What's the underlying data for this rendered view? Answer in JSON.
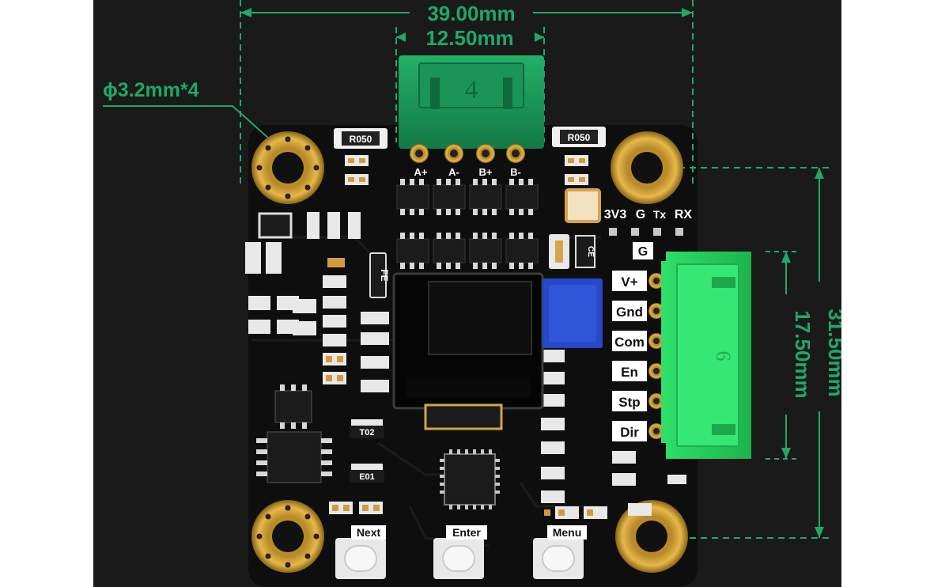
{
  "dimensions": {
    "board_width": "39.00mm",
    "connector_pitch": "12.50mm",
    "mount_hole": "ϕ3.2mm*4",
    "board_height": "31.50mm",
    "connector_span": "17.50mm"
  },
  "motor_connector": {
    "number": "4",
    "pins": [
      "A+",
      "A-",
      "B+",
      "B-"
    ]
  },
  "serial_header": {
    "labels": [
      "3V3",
      "G",
      "Tx",
      "RX"
    ]
  },
  "control_connector": {
    "top_label": "G",
    "number": "6",
    "pins": [
      "V+",
      "Gnd",
      "Com",
      "En",
      "Stp",
      "Dir"
    ]
  },
  "resistors": {
    "left": "R050",
    "right": "R050"
  },
  "component_marks": {
    "fe": "FE",
    "ce": "CE",
    "t02": "T02",
    "e01": "E01"
  },
  "buttons": [
    "Next",
    "Enter",
    "Menu"
  ],
  "colors": {
    "dimension_green": "#1fa86a",
    "pcb_black": "#0e0e0e",
    "connector_green": "#1ea05a",
    "bright_connector": "#27d35a",
    "gold": "#d9a53a",
    "potentiometer_blue": "#2748c8"
  }
}
